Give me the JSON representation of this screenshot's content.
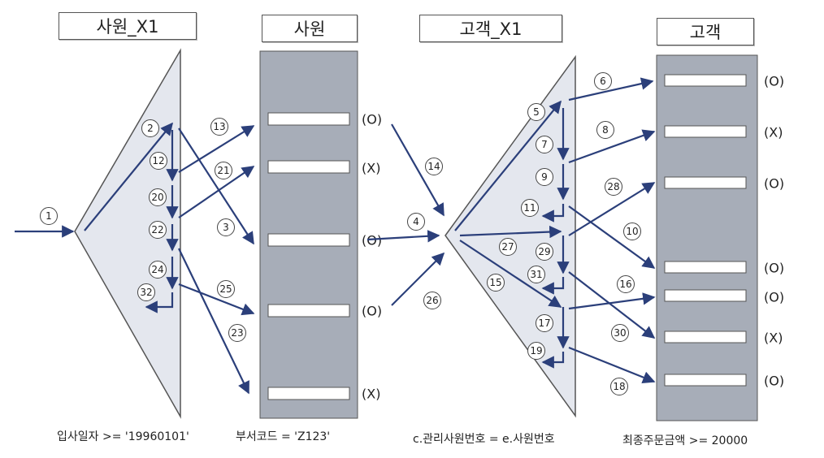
{
  "titles": {
    "emp_index": "사원_X1",
    "emp_table": "사원",
    "cust_index": "고객_X1",
    "cust_table": "고객"
  },
  "conditions": {
    "hire_date": "입사일자 >= '19960101'",
    "dept_code": "부서코드 = 'Z123'",
    "join": "c.관리사원번호 = e.사원번호",
    "order_amount": "최종주문금액 >= 20000"
  },
  "emp_rows": [
    "(O)",
    "(X)",
    "(O)",
    "(O)",
    "(X)"
  ],
  "cust_rows": [
    "(O)",
    "(X)",
    "(O)",
    "(O)",
    "(O)",
    "(X)",
    "(O)"
  ],
  "steps": [
    "1",
    "2",
    "3",
    "4",
    "5",
    "6",
    "7",
    "8",
    "9",
    "10",
    "11",
    "12",
    "13",
    "14",
    "15",
    "16",
    "17",
    "18",
    "19",
    "20",
    "21",
    "22",
    "23",
    "24",
    "25",
    "26",
    "27",
    "28",
    "29",
    "30",
    "31",
    "32"
  ],
  "colors": {
    "arrow": "#2b3f7a",
    "panel": "#a7adb8",
    "triangle": "#e4e7ee",
    "outline": "#555555"
  }
}
